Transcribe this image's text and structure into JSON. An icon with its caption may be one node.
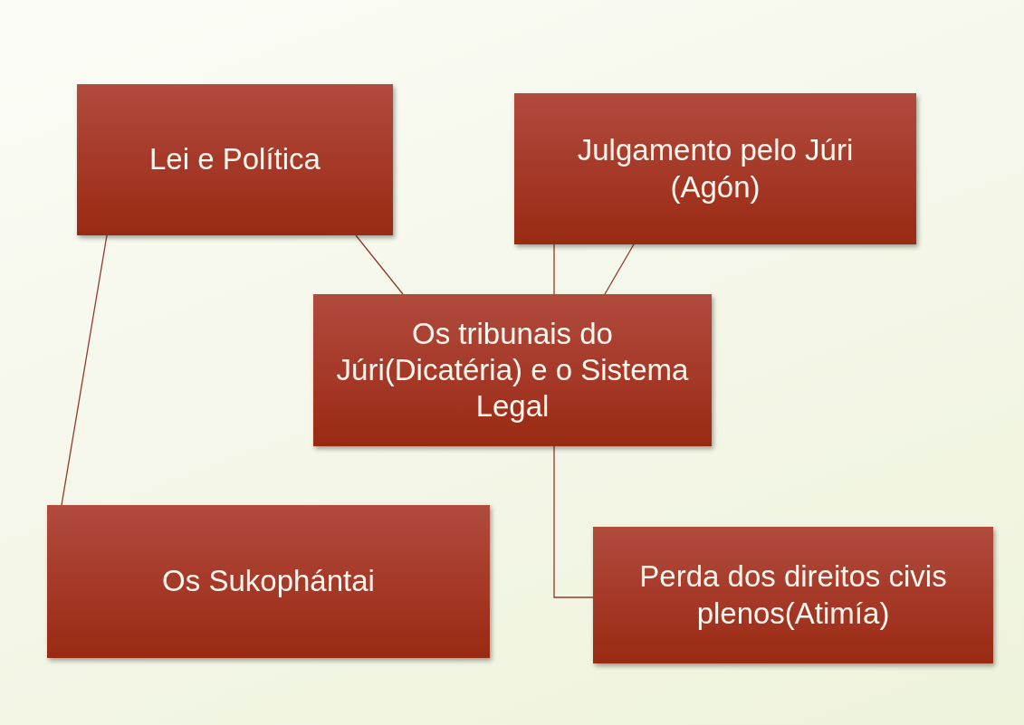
{
  "diagram": {
    "nodes": [
      {
        "text": [
          "Lei e Política"
        ]
      },
      {
        "text": [
          "Julgamento pelo Júri (Agón)"
        ]
      },
      {
        "text": [
          "Os tribunais do Júri(Dicatéria) e o Sistema Legal"
        ]
      },
      {
        "text": [
          "Os Sukophántai"
        ]
      },
      {
        "text": [
          "Perda dos direitos civis plenos(Atimía)"
        ]
      }
    ],
    "edges": [
      {
        "from": 0,
        "to": 2,
        "arrow": "none"
      },
      {
        "from": 1,
        "to": 2,
        "arrow": "none"
      },
      {
        "from": 0,
        "to": 3,
        "arrow": "none"
      },
      {
        "from": 1,
        "to": 2,
        "arrow": "none"
      },
      {
        "from": 2,
        "to": 4,
        "arrow": "none"
      }
    ]
  }
}
